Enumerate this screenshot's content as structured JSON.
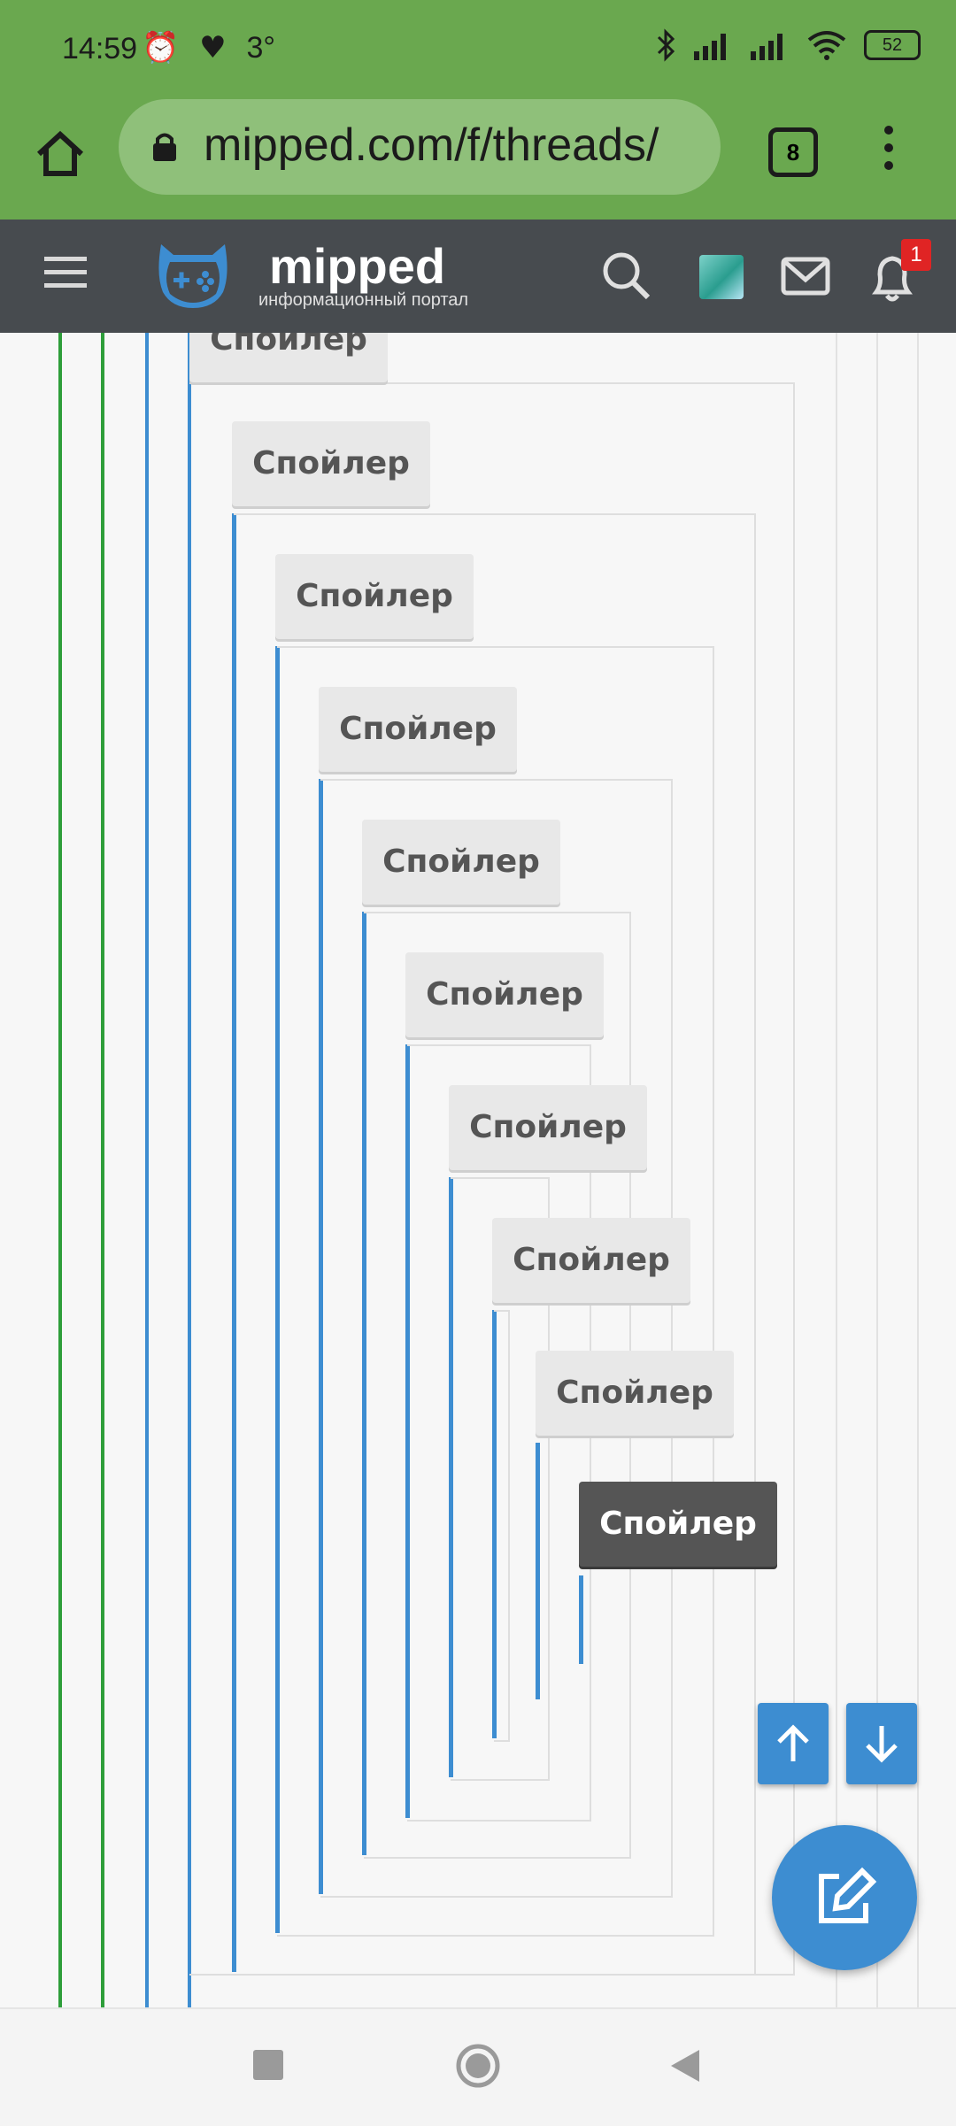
{
  "status": {
    "time": "14:59",
    "temperature": "3°",
    "battery": "52"
  },
  "browser": {
    "url": "mipped.com/f/threads/",
    "tab_count": "8"
  },
  "site": {
    "logo_text": "mipped",
    "logo_sub": "информационный портал",
    "notification_count": "1"
  },
  "spoilers": {
    "label": "Спойлер",
    "labels": [
      "Спойлер",
      "Спойлер",
      "Спойлер",
      "Спойлер",
      "Спойлер",
      "Спойлер",
      "Спойлер",
      "Спойлер",
      "Спойлер",
      "Спойлер"
    ]
  },
  "colors": {
    "status_bar": "#6aa84f",
    "header": "#474b4f",
    "accent_blue": "#3d8dd1",
    "quote_green": "#2e9e3a"
  }
}
